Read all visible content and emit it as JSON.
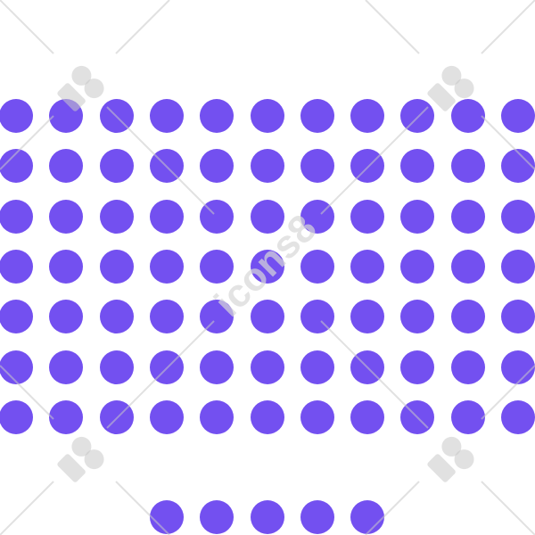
{
  "dot_color": "#7350f0",
  "background_color": "#ffffff",
  "grid": {
    "rows": 7,
    "columns": 11,
    "extra_row_dots": 5
  },
  "watermark": {
    "text": "icons8",
    "logo_icon": "icons8-logo-icon"
  }
}
